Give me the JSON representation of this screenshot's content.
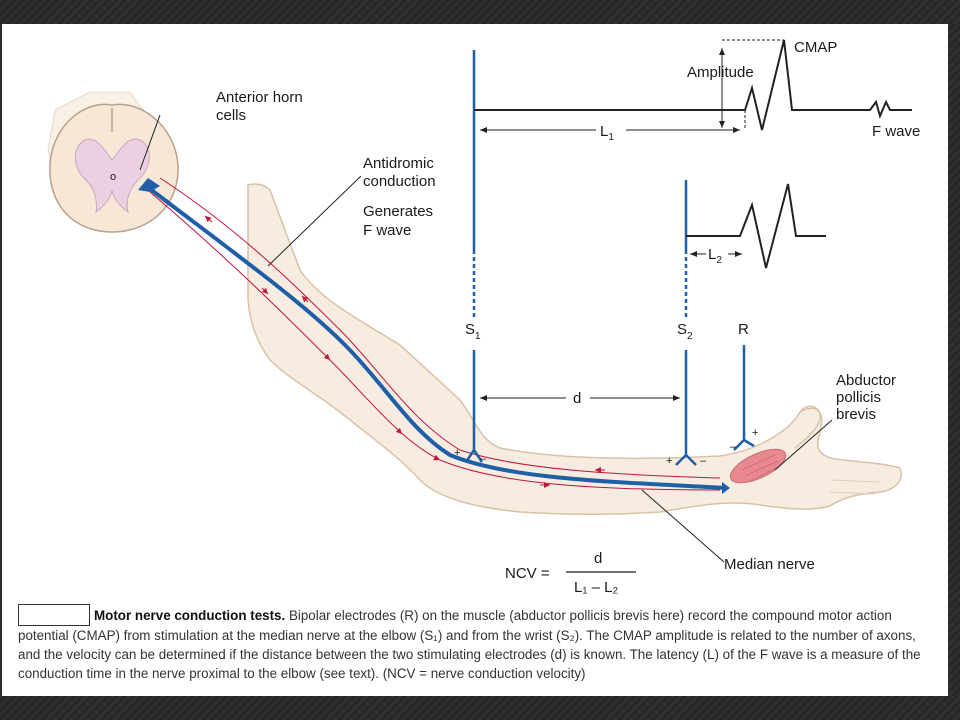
{
  "labels": {
    "anterior_horn": [
      "Anterior horn",
      "cells"
    ],
    "antidromic": [
      "Antidromic",
      "conduction"
    ],
    "generates_f": [
      "Generates",
      "F wave"
    ],
    "cmap": "CMAP",
    "amplitude": "Amplitude",
    "l1": "L",
    "l1_sub": "1",
    "f_wave": "F wave",
    "l2": "L",
    "l2_sub": "2",
    "s1": "S",
    "s1_sub": "1",
    "s2": "S",
    "s2_sub": "2",
    "r": "R",
    "d": "d",
    "abductor": [
      "Abductor",
      "pollicis",
      "brevis"
    ],
    "median_nerve": "Median nerve",
    "ncv_lhs": "NCV =",
    "ncv_num": "d",
    "ncv_den": "L₁ – L₂",
    "plus": "+",
    "minus": "–"
  },
  "caption": {
    "title": "Motor nerve conduction tests.",
    "text": " Bipolar electrodes (R) on the muscle (abductor pollicis brevis here) record the compound motor action potential (CMAP) from stimulation at the median nerve at the elbow (S₁) and from the wrist (S₂). The CMAP amplitude is related to the number of axons, and the velocity can be determined if the distance between the two stimulating electrodes (d) is known. The latency (L) of the F wave is a measure of the conduction time in the nerve proximal to the elbow (see text). (NCV = nerve conduction velocity)"
  },
  "colors": {
    "nerve": "#1f5fa8",
    "arrow_red": "#c0143c",
    "skin": "#f6e7d6",
    "skin_edge": "#d8c2a8",
    "gray_matter": "#ead0e0",
    "muscle": "#e8888f"
  }
}
